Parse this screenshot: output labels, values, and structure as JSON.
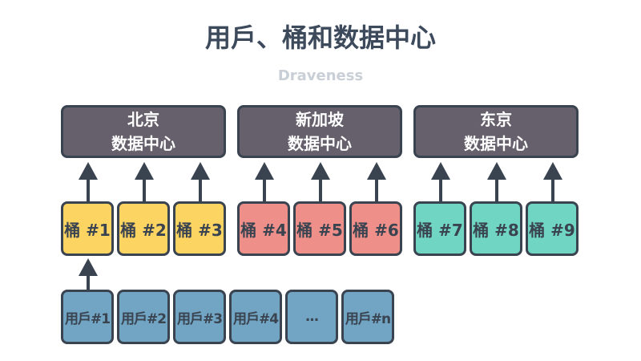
{
  "title": "用戶、桶和数据中心",
  "subtitle": "Draveness",
  "datacenters": [
    {
      "line1": "北京",
      "line2": "数据中心"
    },
    {
      "line1": "新加坡",
      "line2": "数据中心"
    },
    {
      "line1": "东京",
      "line2": "数据中心"
    }
  ],
  "buckets": [
    "桶 #1",
    "桶 #2",
    "桶 #3",
    "桶 #4",
    "桶 #5",
    "桶 #6",
    "桶 #7",
    "桶 #8",
    "桶 #9"
  ],
  "users": [
    "用戶#1",
    "用戶#2",
    "用戶#3",
    "用戶#4",
    "...",
    "用戶#n"
  ],
  "colors": {
    "datacenter": "#65606b",
    "bucket_group_1": "#fcd462",
    "bucket_group_2": "#ee9089",
    "bucket_group_3": "#70d5c3",
    "user": "#71a5c3",
    "stroke": "#3a4350"
  }
}
